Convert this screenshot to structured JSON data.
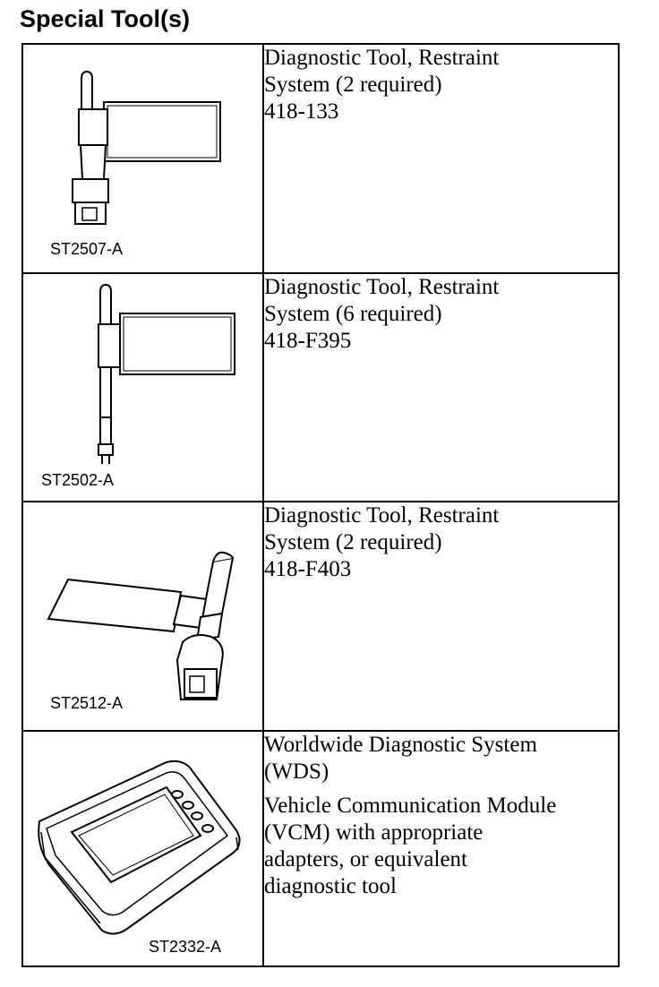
{
  "heading": "Special Tool(s)",
  "tools": [
    {
      "code": "ST2507-A",
      "lines": [
        "Diagnostic Tool, Restraint",
        "System (2 required)",
        "418-133"
      ]
    },
    {
      "code": "ST2502-A",
      "lines": [
        "Diagnostic Tool, Restraint",
        "System (6 required)",
        "418-F395"
      ]
    },
    {
      "code": "ST2512-A",
      "lines": [
        "Diagnostic Tool, Restraint",
        "System (2 required)",
        "418-F403"
      ]
    },
    {
      "code": "ST2332-A",
      "paragraph1": [
        "Worldwide Diagnostic System",
        "(WDS)"
      ],
      "paragraph2": [
        "Vehicle Communication Module",
        "(VCM) with appropriate",
        "adapters, or equivalent",
        "diagnostic tool"
      ]
    }
  ]
}
